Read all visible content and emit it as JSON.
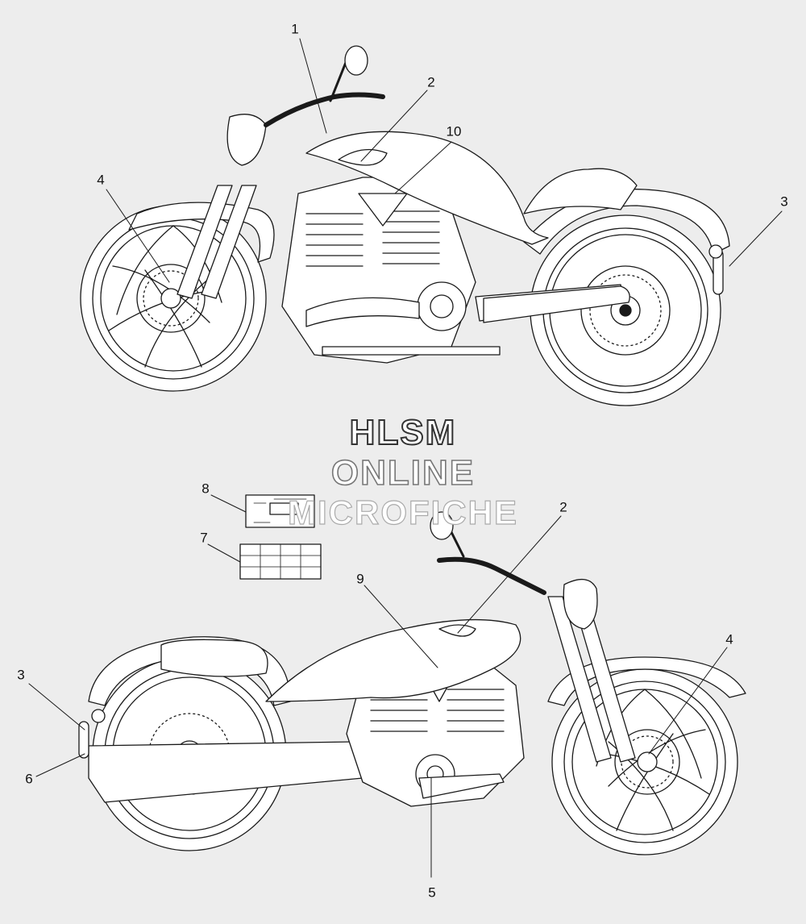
{
  "watermark": {
    "line1": "HLSM",
    "line2": "ONLINE",
    "line3": "MICROFICHE"
  },
  "callouts": {
    "c1": "1",
    "c2_top": "2",
    "c10": "10",
    "c4_top": "4",
    "c3_top": "3",
    "c8": "8",
    "c7": "7",
    "c2_bottom": "2",
    "c9": "9",
    "c3_bottom": "3",
    "c4_bottom": "4",
    "c6": "6",
    "c5": "5"
  },
  "colors": {
    "background": "#ededed",
    "line": "#1a1a1a",
    "fill": "#ffffff"
  }
}
